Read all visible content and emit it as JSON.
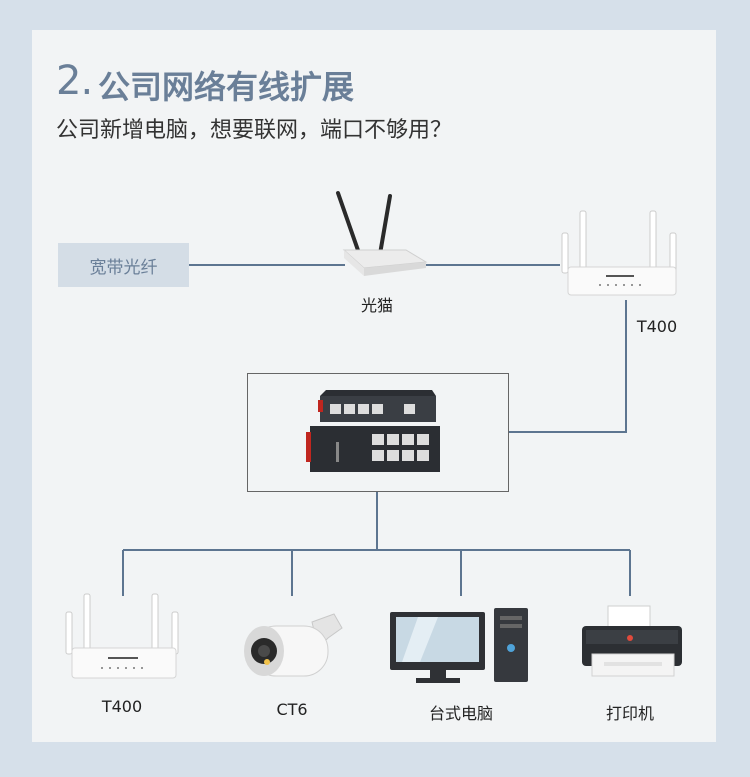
{
  "header": {
    "number": "2.",
    "title": "公司网络有线扩展",
    "subtitle": "公司新增电脑，想要联网，端口不够用？"
  },
  "nodes": {
    "isp": "宽带光纤",
    "modem": "光猫",
    "main_router": "T400",
    "clients": [
      {
        "label": "T400"
      },
      {
        "label": "CT6"
      },
      {
        "label": "台式电脑"
      },
      {
        "label": "打印机"
      }
    ]
  },
  "colors": {
    "background": "#d6e0ea",
    "panel": "#f2f4f5",
    "accent": "#6a7f98",
    "line": "#5d7590"
  }
}
